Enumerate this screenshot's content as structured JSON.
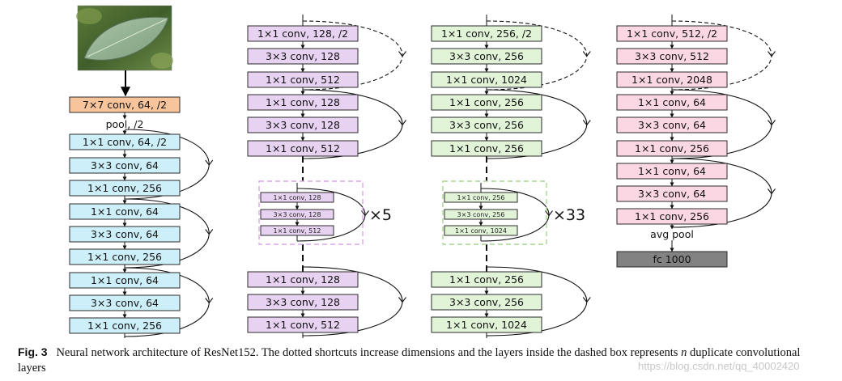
{
  "colors": {
    "orange": "#f8c49c",
    "blue": "#cdeffa",
    "purple": "#e8d2f2",
    "green": "#e2f4d8",
    "pink": "#fbd6e3",
    "gray": "#828282",
    "purpleDash": "#dca6ec",
    "greenDash": "#a6d98f"
  },
  "image": {
    "icon": "leaf-photo"
  },
  "stem": {
    "conv": "7×7 conv, 64, /2",
    "pool": "pool, /2"
  },
  "col1": [
    "1×1 conv, 64, /2",
    "3×3 conv, 64",
    "1×1 conv, 256",
    "1×1 conv, 64",
    "3×3 conv, 64",
    "1×1 conv, 256",
    "1×1 conv, 64",
    "3×3 conv, 64",
    "1×1 conv, 256"
  ],
  "col2": {
    "top": [
      "1×1 conv, 128, /2",
      "3×3 conv, 128",
      "1×1 conv, 512",
      "1×1 conv, 128",
      "3×3 conv, 128",
      "1×1 conv, 512"
    ],
    "repeat": [
      "1×1 conv, 128",
      "3×3 conv, 128",
      "1×1 conv, 512"
    ],
    "times": "×5",
    "bottom": [
      "1×1 conv, 128",
      "3×3 conv, 128",
      "1×1 conv, 512"
    ]
  },
  "col3": {
    "top": [
      "1×1 conv, 256, /2",
      "3×3 conv, 256",
      "1×1 conv, 1024",
      "1×1 conv, 256",
      "3×3 conv, 256",
      "1×1 conv, 256"
    ],
    "repeat": [
      "1×1 conv, 256",
      "3×3 conv, 256",
      "1×1 conv, 1024"
    ],
    "times": "×33",
    "bottom": [
      "1×1 conv, 256",
      "3×3 conv, 256",
      "1×1 conv, 1024"
    ]
  },
  "col4": {
    "blocks": [
      "1×1 conv, 512, /2",
      "3×3 conv, 512",
      "1×1 conv, 2048",
      "1×1 conv, 64",
      "3×3 conv, 64",
      "1×1 conv, 256",
      "1×1 conv, 64",
      "3×3 conv, 64",
      "1×1 conv, 256"
    ],
    "pool": "avg pool",
    "fc": "fc 1000"
  },
  "caption": {
    "fig": "Fig. 3",
    "part1": "Neural network architecture of ResNet152. The dotted shortcuts increase dimensions and the layers inside the dashed box represents",
    "n": "n",
    "part2": "duplicate convolutional layers"
  },
  "watermark": "https://blog.csdn.net/qq_40002420"
}
